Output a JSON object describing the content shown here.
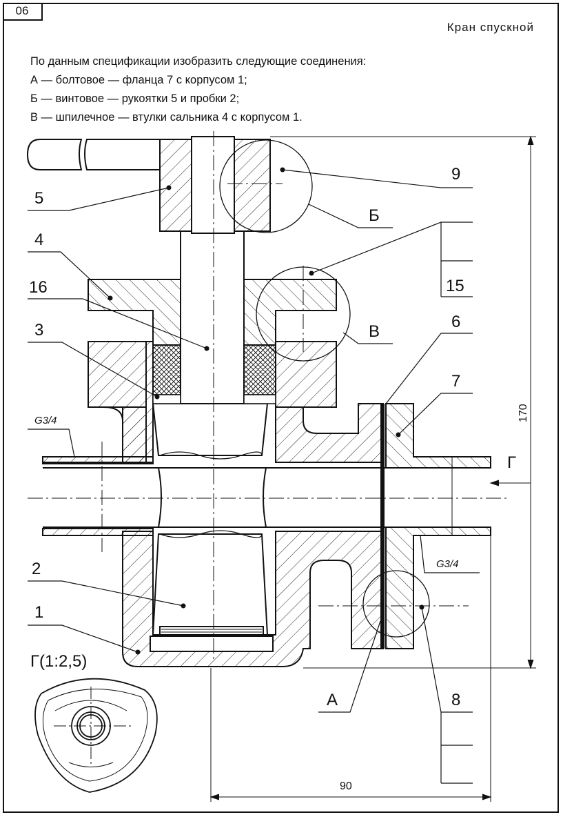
{
  "sheet": {
    "number": "06",
    "title": "Кран спускной"
  },
  "task": {
    "intro": "По данным спецификации  изобразить следующие соединения:",
    "items": [
      "А — болтовое — фланца 7 с корпусом 1;",
      "Б — винтовое — рукоятки 5 и пробки 2;",
      "В — шпилечное — втулки сальника 4 с корпусом 1."
    ]
  },
  "drawing": {
    "part_labels": [
      "5",
      "4",
      "16",
      "3",
      "2",
      "1",
      "9",
      "15",
      "6",
      "7",
      "8"
    ],
    "joint_labels": {
      "a": "А",
      "b": "Б",
      "v": "В",
      "g": "Г"
    },
    "thread_left": "G3/4",
    "thread_right": "G3/4",
    "view_label": "Г(1:2,5)",
    "dim_height": "170",
    "dim_width": "90"
  }
}
